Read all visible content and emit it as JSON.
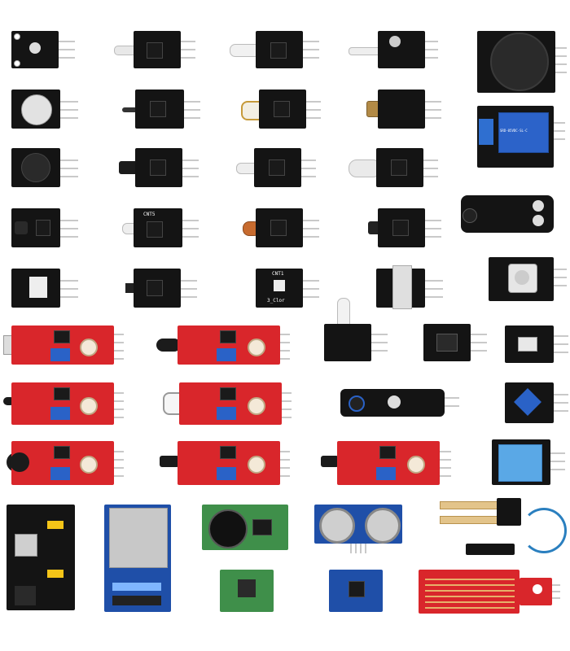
{
  "labels": {
    "cnt5": "CNT5",
    "cnt1": "CNT1",
    "color": "3_Clor",
    "relay": "SRD-05VDC-SL-C"
  },
  "colors": {
    "black_pcb": "#141414",
    "red_pcb": "#d9262b",
    "blue_pcb": "#1f4fa8",
    "green_pcb": "#3f8f4a",
    "pot_blue": "#2a62c7"
  }
}
